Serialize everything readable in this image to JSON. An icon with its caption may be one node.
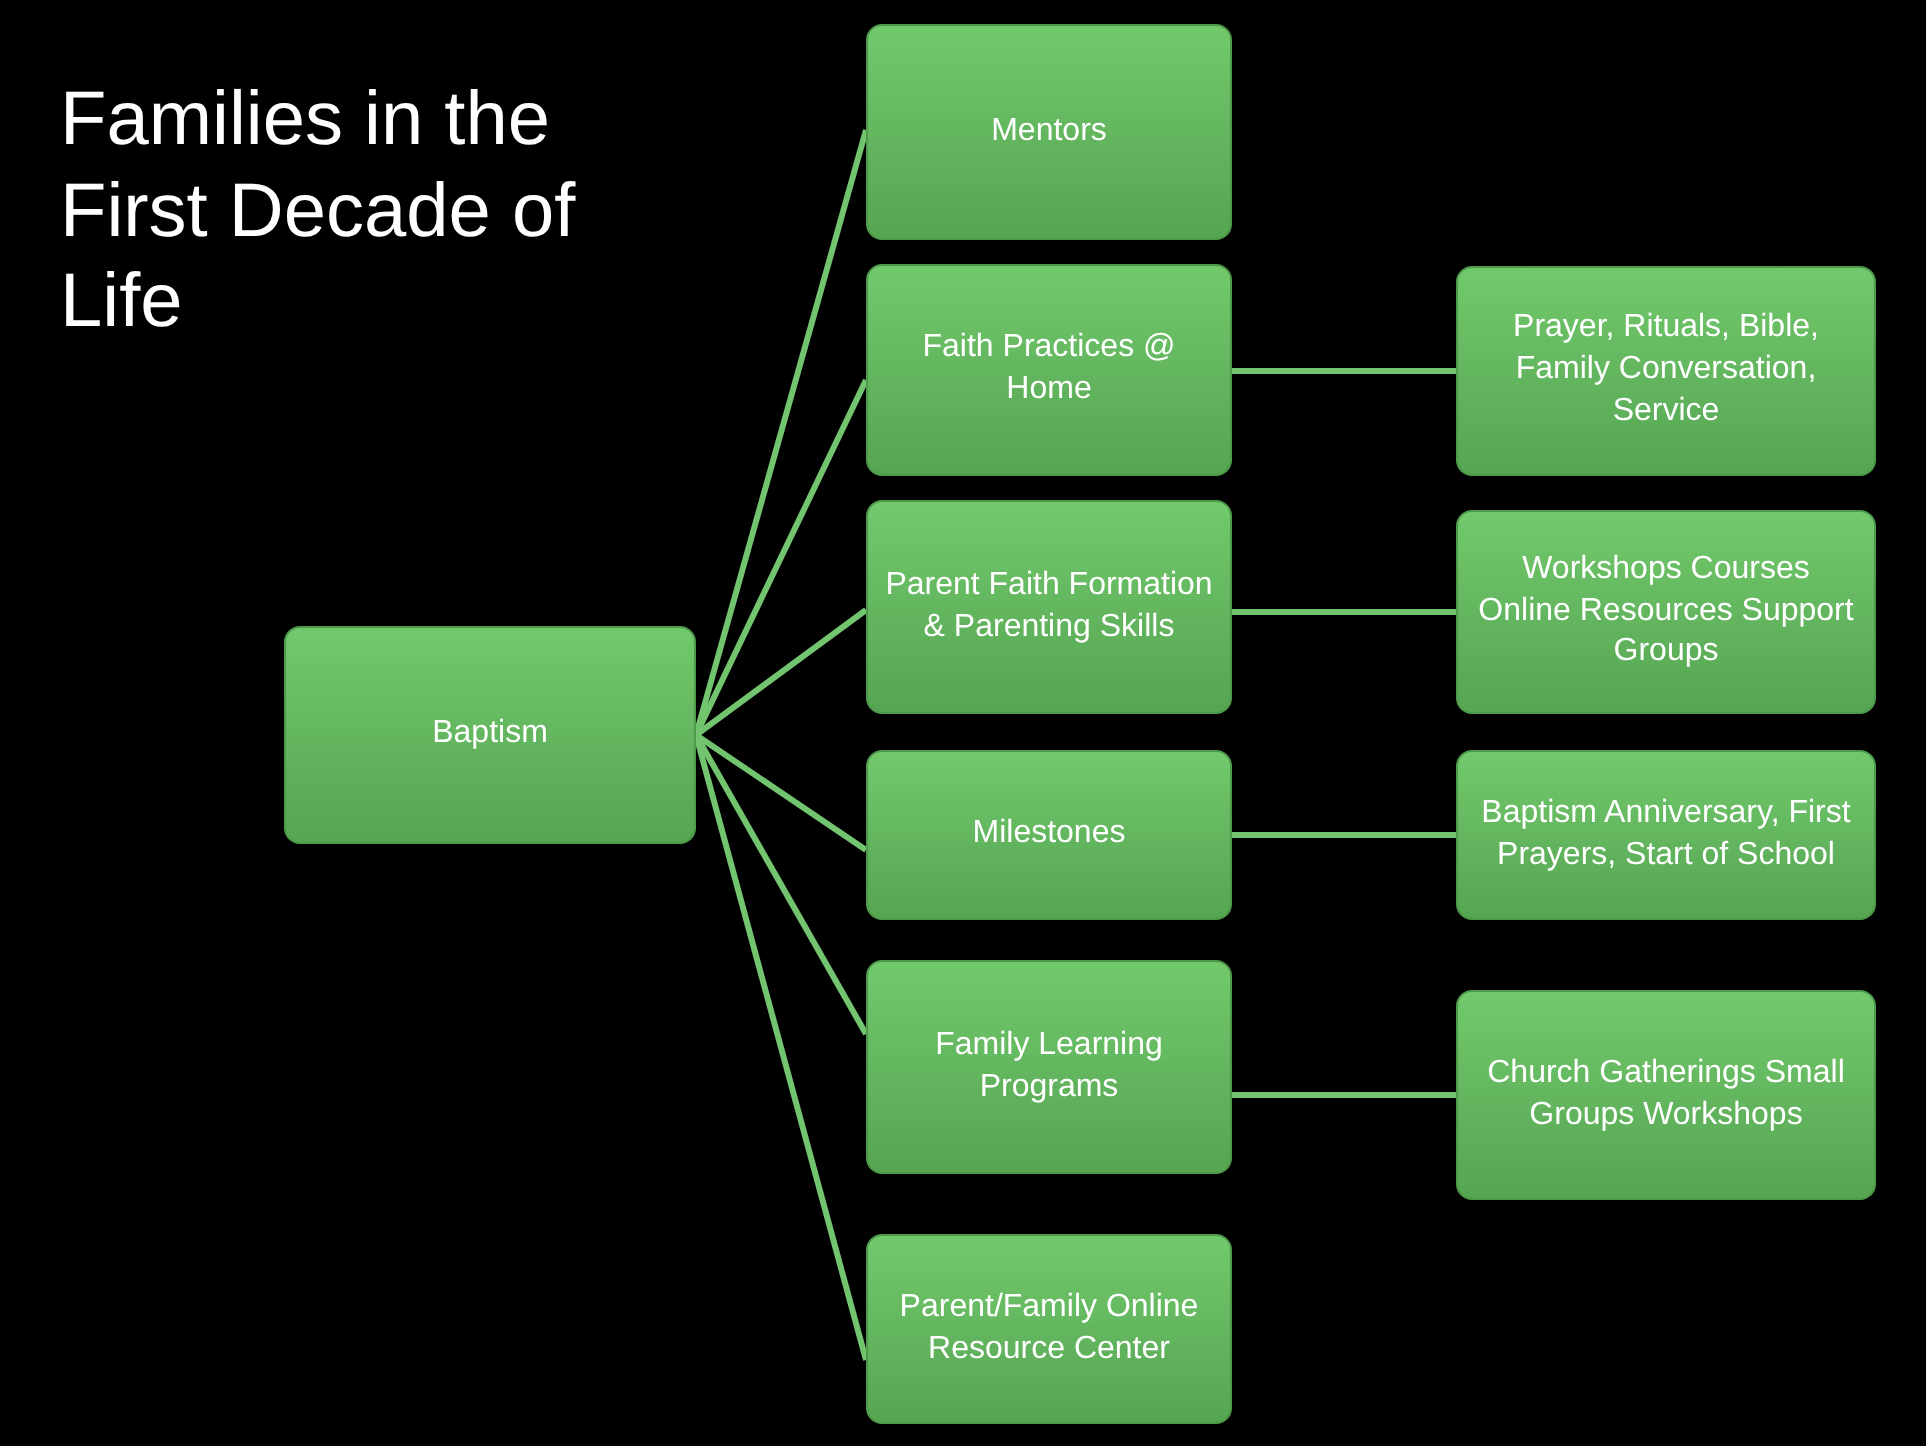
{
  "diagram": {
    "title": "Families in the First Decade of Life",
    "nodes": [
      {
        "text": [
          "Baptism"
        ]
      },
      {
        "text": [
          "Mentors"
        ]
      },
      {
        "text": [
          "Faith Practices @ Home"
        ]
      },
      {
        "text": [
          "Parent Faith Formation & Parenting Skills"
        ]
      },
      {
        "text": [
          "Milestones"
        ]
      },
      {
        "text": [
          "Family Learning Programs"
        ]
      },
      {
        "text": [
          "Parent/Family Online Resource Center"
        ]
      },
      {
        "text": [
          "Prayer, Rituals, Bible, Family Conversation, Service"
        ]
      },
      {
        "text": [
          "Workshops Courses Online Resources Support Groups"
        ]
      },
      {
        "text": [
          "Baptism Anniversary, First Prayers, Start of School"
        ]
      },
      {
        "text": [
          "Church Gatherings Small Groups Workshops"
        ]
      }
    ],
    "edges": [
      {
        "from": 0,
        "to": 1,
        "arrow": "none"
      },
      {
        "from": 0,
        "to": 2,
        "arrow": "none"
      },
      {
        "from": 0,
        "to": 3,
        "arrow": "none"
      },
      {
        "from": 0,
        "to": 4,
        "arrow": "none"
      },
      {
        "from": 0,
        "to": 5,
        "arrow": "none"
      },
      {
        "from": 0,
        "to": 6,
        "arrow": "none"
      },
      {
        "from": 2,
        "to": 7,
        "arrow": "none"
      },
      {
        "from": 3,
        "to": 8,
        "arrow": "none"
      },
      {
        "from": 4,
        "to": 9,
        "arrow": "none"
      },
      {
        "from": 5,
        "to": 10,
        "arrow": "none"
      }
    ]
  }
}
